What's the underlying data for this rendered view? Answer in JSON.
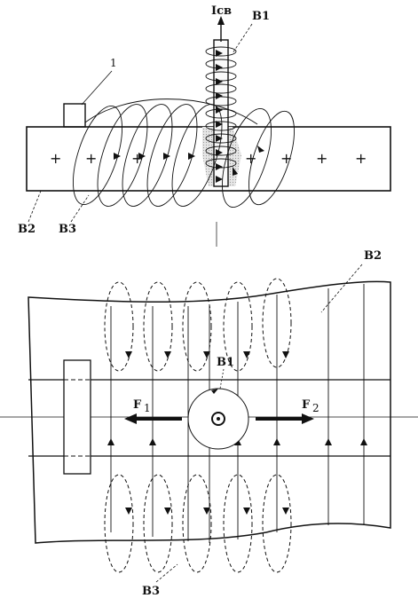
{
  "top_view": {
    "current_label": "Iсв",
    "label_b1": "B1",
    "label_1": "1",
    "label_b2": "B2",
    "label_b3": "B3",
    "field_symbol": "+"
  },
  "bottom_view": {
    "label_b2": "B2",
    "label_b1": "B1",
    "label_b3": "B3",
    "force_left": "F",
    "force_left_sub": "1",
    "force_right": "F",
    "force_right_sub": "2"
  }
}
